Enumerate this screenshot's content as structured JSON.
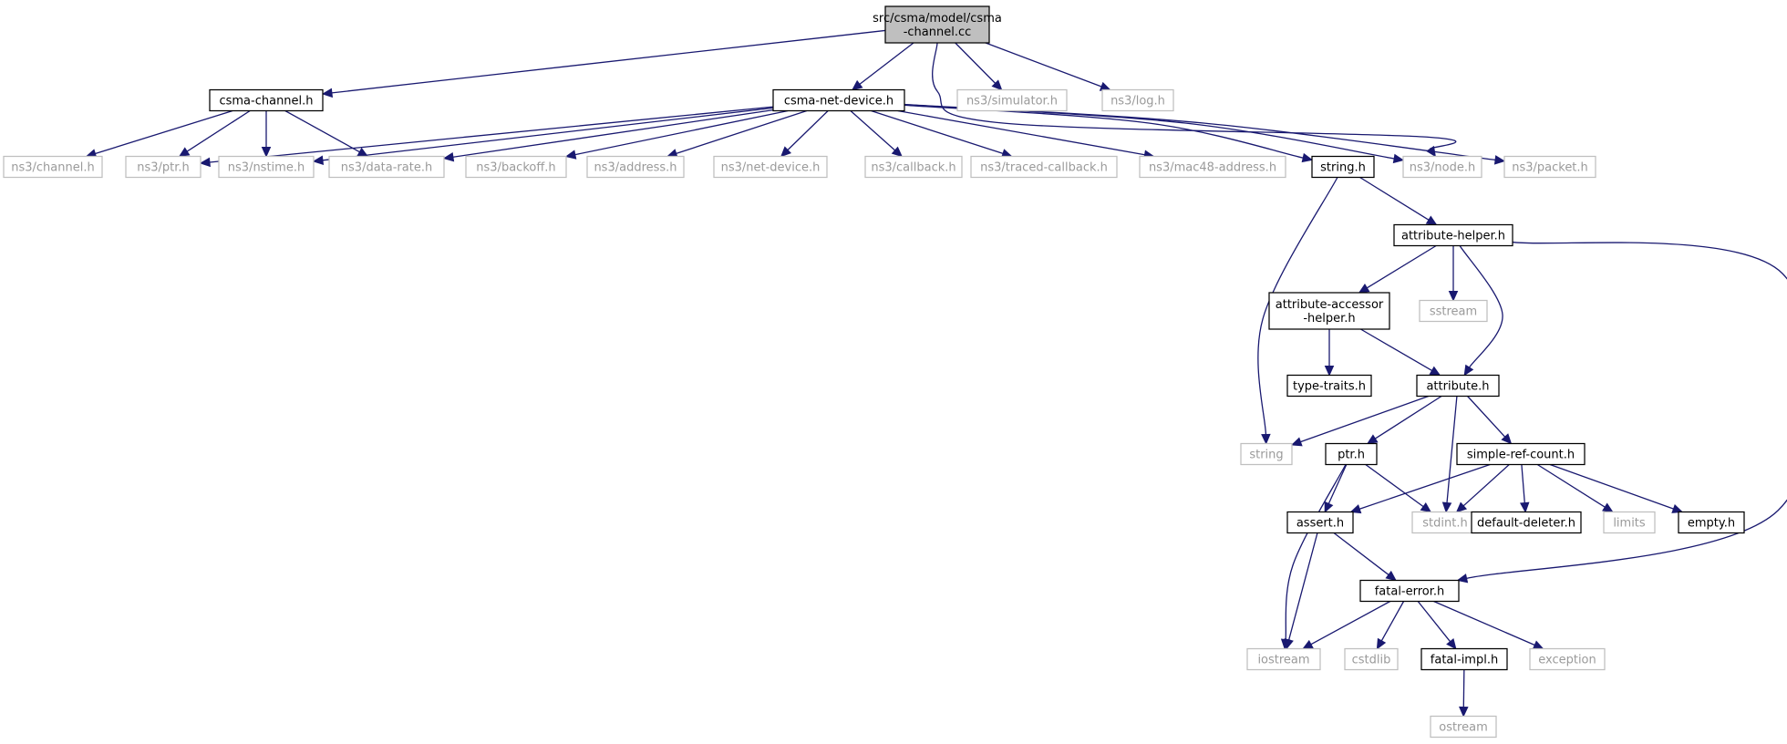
{
  "diagram": {
    "title": "",
    "colors": {
      "edge": "#191970",
      "root_fill": "#bfbfbf",
      "external_border": "#bfbfbf",
      "internal_border": "#000000"
    },
    "nodes": [
      {
        "id": "root",
        "lines": [
          "src/csma/model/csma",
          "-channel.cc"
        ],
        "kind": "root"
      },
      {
        "id": "csma-channel",
        "lines": [
          "csma-channel.h"
        ],
        "kind": "internal"
      },
      {
        "id": "csma-net-device",
        "lines": [
          "csma-net-device.h"
        ],
        "kind": "internal"
      },
      {
        "id": "ns3-simulator",
        "lines": [
          "ns3/simulator.h"
        ],
        "kind": "external"
      },
      {
        "id": "ns3-log",
        "lines": [
          "ns3/log.h"
        ],
        "kind": "external"
      },
      {
        "id": "ns3-channel",
        "lines": [
          "ns3/channel.h"
        ],
        "kind": "external"
      },
      {
        "id": "ns3-ptr",
        "lines": [
          "ns3/ptr.h"
        ],
        "kind": "external"
      },
      {
        "id": "ns3-nstime",
        "lines": [
          "ns3/nstime.h"
        ],
        "kind": "external"
      },
      {
        "id": "ns3-data-rate",
        "lines": [
          "ns3/data-rate.h"
        ],
        "kind": "external"
      },
      {
        "id": "ns3-backoff",
        "lines": [
          "ns3/backoff.h"
        ],
        "kind": "external"
      },
      {
        "id": "ns3-address",
        "lines": [
          "ns3/address.h"
        ],
        "kind": "external"
      },
      {
        "id": "ns3-net-device",
        "lines": [
          "ns3/net-device.h"
        ],
        "kind": "external"
      },
      {
        "id": "ns3-callback",
        "lines": [
          "ns3/callback.h"
        ],
        "kind": "external"
      },
      {
        "id": "ns3-traced-callback",
        "lines": [
          "ns3/traced-callback.h"
        ],
        "kind": "external"
      },
      {
        "id": "ns3-mac48-address",
        "lines": [
          "ns3/mac48-address.h"
        ],
        "kind": "external"
      },
      {
        "id": "string-h",
        "lines": [
          "string.h"
        ],
        "kind": "internal"
      },
      {
        "id": "ns3-node",
        "lines": [
          "ns3/node.h"
        ],
        "kind": "external"
      },
      {
        "id": "ns3-packet",
        "lines": [
          "ns3/packet.h"
        ],
        "kind": "external"
      },
      {
        "id": "attribute-helper",
        "lines": [
          "attribute-helper.h"
        ],
        "kind": "internal"
      },
      {
        "id": "attribute-accessor-helper",
        "lines": [
          "attribute-accessor",
          "-helper.h"
        ],
        "kind": "internal"
      },
      {
        "id": "sstream",
        "lines": [
          "sstream"
        ],
        "kind": "external"
      },
      {
        "id": "type-traits",
        "lines": [
          "type-traits.h"
        ],
        "kind": "internal"
      },
      {
        "id": "attribute-h",
        "lines": [
          "attribute.h"
        ],
        "kind": "internal"
      },
      {
        "id": "string",
        "lines": [
          "string"
        ],
        "kind": "external"
      },
      {
        "id": "ptr-h",
        "lines": [
          "ptr.h"
        ],
        "kind": "internal"
      },
      {
        "id": "simple-ref-count",
        "lines": [
          "simple-ref-count.h"
        ],
        "kind": "internal"
      },
      {
        "id": "assert-h",
        "lines": [
          "assert.h"
        ],
        "kind": "internal"
      },
      {
        "id": "stdint-h",
        "lines": [
          "stdint.h"
        ],
        "kind": "external"
      },
      {
        "id": "default-deleter",
        "lines": [
          "default-deleter.h"
        ],
        "kind": "internal"
      },
      {
        "id": "limits",
        "lines": [
          "limits"
        ],
        "kind": "external"
      },
      {
        "id": "empty-h",
        "lines": [
          "empty.h"
        ],
        "kind": "internal"
      },
      {
        "id": "fatal-error",
        "lines": [
          "fatal-error.h"
        ],
        "kind": "internal"
      },
      {
        "id": "iostream",
        "lines": [
          "iostream"
        ],
        "kind": "external"
      },
      {
        "id": "cstdlib",
        "lines": [
          "cstdlib"
        ],
        "kind": "external"
      },
      {
        "id": "fatal-impl",
        "lines": [
          "fatal-impl.h"
        ],
        "kind": "internal"
      },
      {
        "id": "exception",
        "lines": [
          "exception"
        ],
        "kind": "external"
      },
      {
        "id": "ostream",
        "lines": [
          "ostream"
        ],
        "kind": "external"
      }
    ],
    "edges": [
      [
        "root",
        "csma-channel"
      ],
      [
        "root",
        "csma-net-device"
      ],
      [
        "root",
        "ns3-simulator"
      ],
      [
        "root",
        "ns3-log"
      ],
      [
        "root",
        "ns3-node"
      ],
      [
        "csma-channel",
        "ns3-channel"
      ],
      [
        "csma-channel",
        "ns3-ptr"
      ],
      [
        "csma-channel",
        "ns3-nstime"
      ],
      [
        "csma-channel",
        "ns3-data-rate"
      ],
      [
        "csma-net-device",
        "ns3-ptr"
      ],
      [
        "csma-net-device",
        "ns3-nstime"
      ],
      [
        "csma-net-device",
        "ns3-data-rate"
      ],
      [
        "csma-net-device",
        "ns3-backoff"
      ],
      [
        "csma-net-device",
        "ns3-address"
      ],
      [
        "csma-net-device",
        "ns3-net-device"
      ],
      [
        "csma-net-device",
        "ns3-callback"
      ],
      [
        "csma-net-device",
        "ns3-traced-callback"
      ],
      [
        "csma-net-device",
        "ns3-mac48-address"
      ],
      [
        "csma-net-device",
        "string-h"
      ],
      [
        "csma-net-device",
        "ns3-node"
      ],
      [
        "csma-net-device",
        "ns3-packet"
      ],
      [
        "string-h",
        "attribute-helper"
      ],
      [
        "string-h",
        "string"
      ],
      [
        "attribute-helper",
        "attribute-accessor-helper"
      ],
      [
        "attribute-helper",
        "sstream"
      ],
      [
        "attribute-helper",
        "attribute-h"
      ],
      [
        "attribute-helper",
        "fatal-error"
      ],
      [
        "attribute-accessor-helper",
        "type-traits"
      ],
      [
        "attribute-accessor-helper",
        "attribute-h"
      ],
      [
        "attribute-h",
        "string"
      ],
      [
        "attribute-h",
        "ptr-h"
      ],
      [
        "attribute-h",
        "stdint-h"
      ],
      [
        "attribute-h",
        "simple-ref-count"
      ],
      [
        "ptr-h",
        "assert-h"
      ],
      [
        "ptr-h",
        "stdint-h"
      ],
      [
        "ptr-h",
        "iostream"
      ],
      [
        "simple-ref-count",
        "assert-h"
      ],
      [
        "simple-ref-count",
        "stdint-h"
      ],
      [
        "simple-ref-count",
        "default-deleter"
      ],
      [
        "simple-ref-count",
        "limits"
      ],
      [
        "simple-ref-count",
        "empty-h"
      ],
      [
        "assert-h",
        "fatal-error"
      ],
      [
        "assert-h",
        "iostream"
      ],
      [
        "fatal-error",
        "iostream"
      ],
      [
        "fatal-error",
        "cstdlib"
      ],
      [
        "fatal-error",
        "fatal-impl"
      ],
      [
        "fatal-error",
        "exception"
      ],
      [
        "fatal-impl",
        "ostream"
      ]
    ]
  }
}
